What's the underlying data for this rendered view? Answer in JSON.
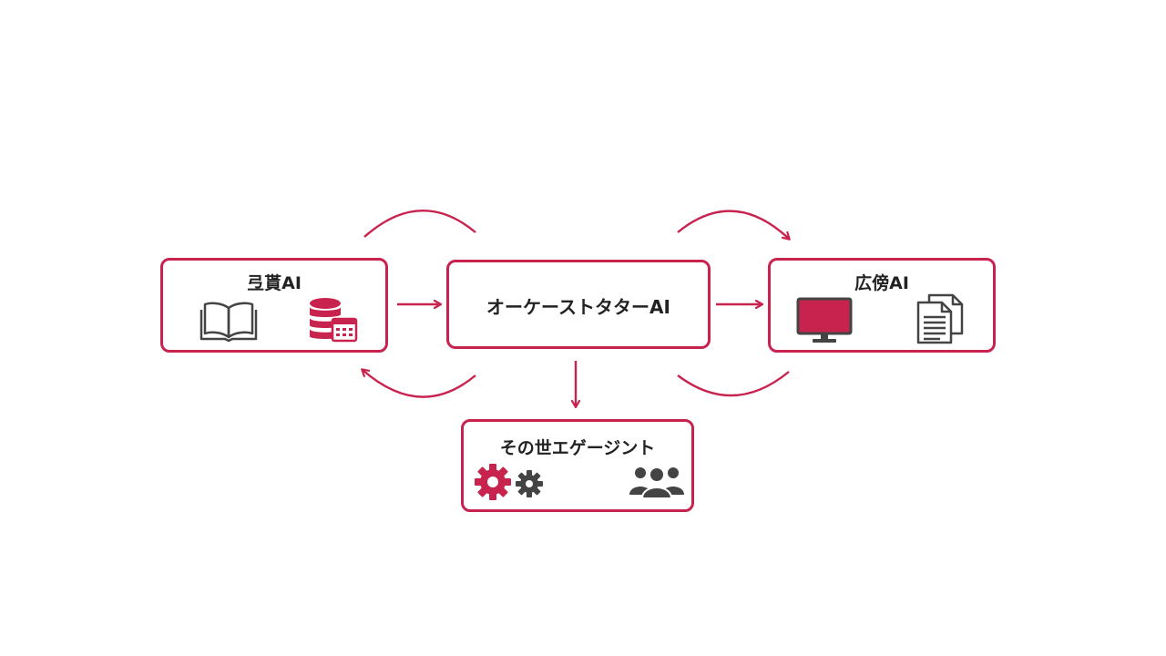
{
  "diagram": {
    "accent_color": "#c8234f",
    "icon_color": "#444444",
    "nodes": {
      "research": {
        "title": "弖貰AI",
        "icons": [
          "open-book-icon",
          "database-calendar-icon"
        ]
      },
      "orchestrator": {
        "title": "オーケーストタターAI"
      },
      "ads": {
        "title": "広傍AI",
        "icons": [
          "monitor-icon",
          "documents-icon"
        ]
      },
      "other": {
        "title": "その世エゲージント",
        "icons": [
          "gears-icon",
          "people-group-icon"
        ]
      }
    },
    "connections": [
      {
        "from": "research",
        "to": "orchestrator"
      },
      {
        "from": "orchestrator",
        "to": "ads"
      },
      {
        "from": "orchestrator",
        "to": "other"
      },
      {
        "from": "orchestrator",
        "to": "research"
      },
      {
        "from": "ads",
        "to": "orchestrator"
      }
    ]
  }
}
